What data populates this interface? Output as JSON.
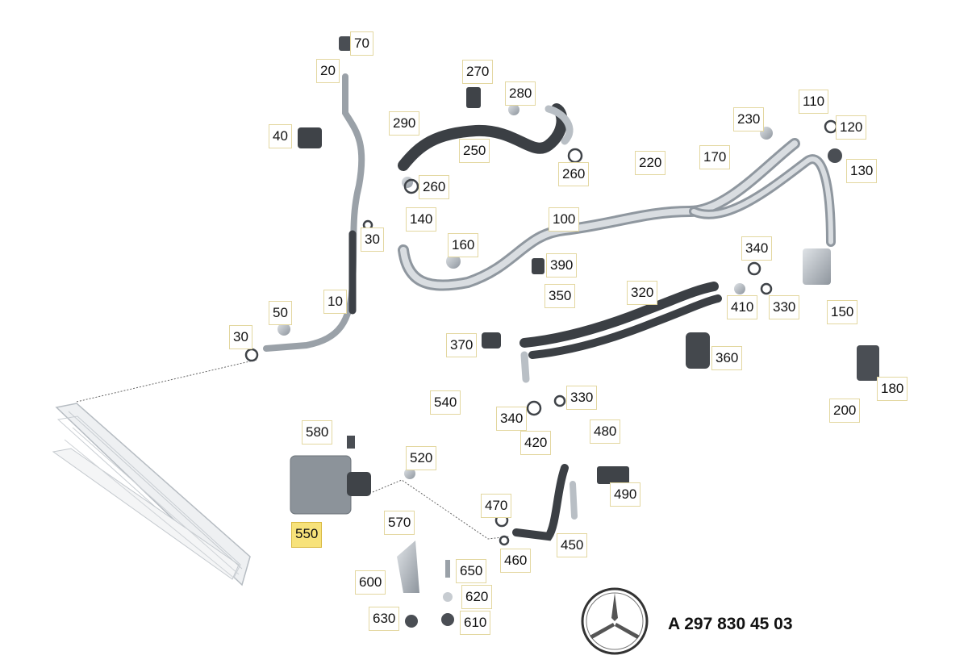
{
  "callouts": [
    "70",
    "20",
    "40",
    "290",
    "270",
    "280",
    "250",
    "260",
    "260",
    "230",
    "110",
    "120",
    "130",
    "220",
    "170",
    "100",
    "140",
    "160",
    "30",
    "10",
    "50",
    "30",
    "390",
    "350",
    "370",
    "320",
    "340",
    "410",
    "330",
    "150",
    "360",
    "200",
    "180",
    "540",
    "340",
    "330",
    "420",
    "480",
    "580",
    "520",
    "490",
    "550",
    "570",
    "470",
    "460",
    "450",
    "600",
    "650",
    "620",
    "630",
    "610"
  ],
  "part_number": "A 297 830 45 03",
  "brand_logo": "three-pointed-star-icon",
  "highlight_color": "#f7e27a"
}
